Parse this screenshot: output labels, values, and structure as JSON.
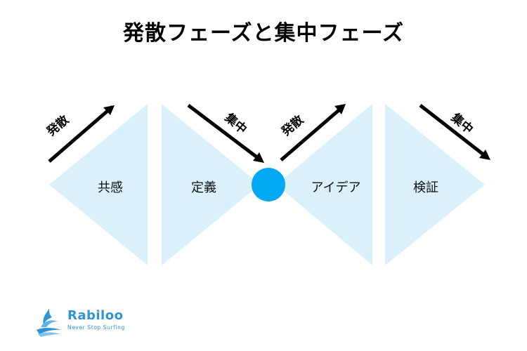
{
  "title": "発散フェーズと集中フェーズ",
  "shapes": {
    "empathize": "共感",
    "define": "定義",
    "ideate": "アイデア",
    "test": "検証"
  },
  "arrows": {
    "diverge_1": "発散",
    "converge_1": "集中",
    "diverge_2": "発散",
    "converge_2": "集中"
  },
  "logo": {
    "name": "Rabiloo",
    "tagline": "Never Stop Surfing"
  },
  "colors": {
    "shape_fill": "#daf1fc",
    "node_fill": "#03a9f4",
    "arrow": "#000000",
    "logo_blue": "#2f93d6"
  }
}
